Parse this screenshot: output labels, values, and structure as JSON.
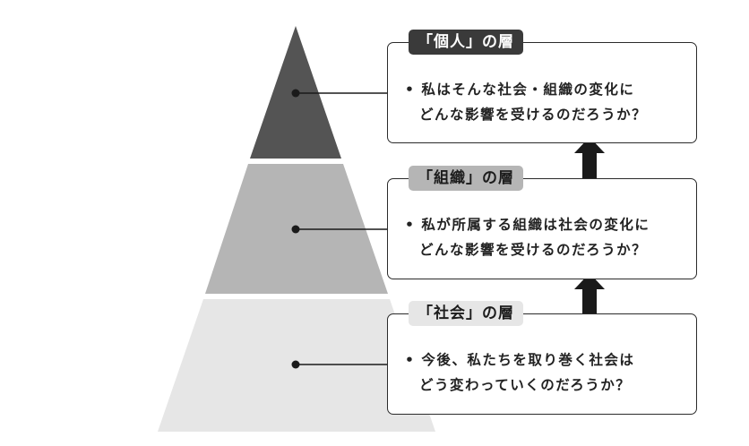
{
  "layers": [
    {
      "id": "individual",
      "tag": "「個人」の層",
      "bullet": "•",
      "line1": "私はそんな社会・組織の変化に",
      "line2": "どんな影響を受けるのだろうか？",
      "fill": "#545454"
    },
    {
      "id": "organization",
      "tag": "「組織」の層",
      "bullet": "•",
      "line1": "私が所属する組織は社会の変化に",
      "line2": "どんな影響を受けるのだろうか？",
      "fill": "#b5b5b5"
    },
    {
      "id": "society",
      "tag": "「社会」の層",
      "bullet": "•",
      "line1": "今後、私たちを取り巻く社会は",
      "line2": "どう変わっていくのだろうか？",
      "fill": "#e6e6e6"
    }
  ],
  "colors": {
    "ink": "#1a1a1a",
    "border": "#2b2b2b"
  }
}
